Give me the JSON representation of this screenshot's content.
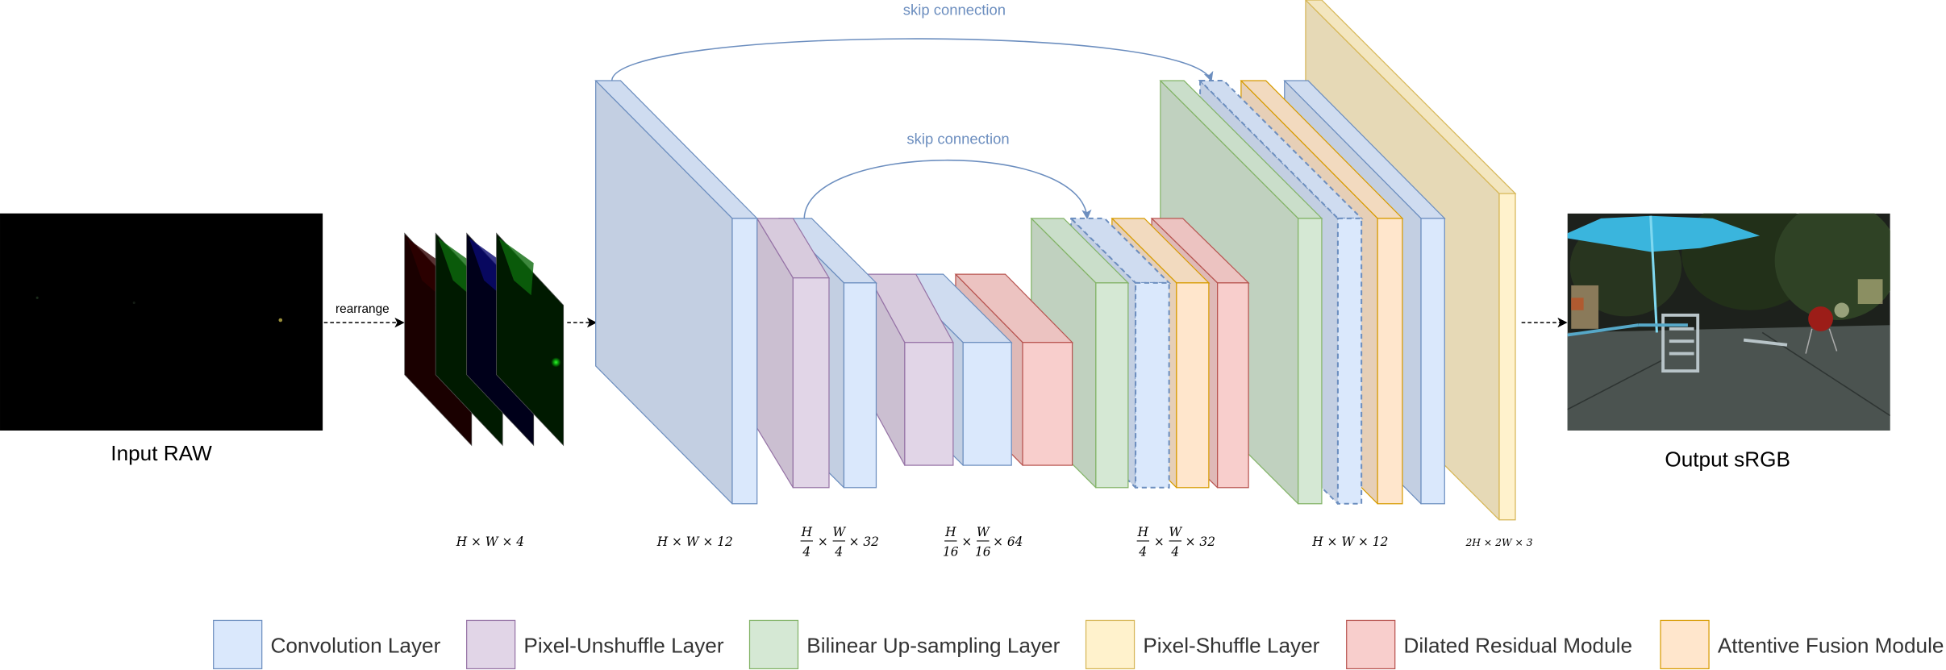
{
  "input": {
    "label": "Input RAW"
  },
  "rearrange_label": "rearrange",
  "output": {
    "label": "Output sRGB"
  },
  "skip_connections": [
    {
      "label": "skip connection"
    },
    {
      "label": "skip connection"
    }
  ],
  "layer_types": {
    "conv": {
      "fill": "#dae8fc",
      "side": "#c3cfe2",
      "top": "#cfdcf0",
      "stroke": "#6c8ebf"
    },
    "unshuffle": {
      "fill": "#e1d5e7",
      "side": "#cbbfd1",
      "top": "#d8cbdd",
      "stroke": "#9673a6"
    },
    "upsample": {
      "fill": "#d5e8d4",
      "side": "#c0d1bf",
      "top": "#cadeca",
      "stroke": "#82b366"
    },
    "shuffle": {
      "fill": "#fff2cc",
      "side": "#e6d9b6",
      "top": "#f3e6bf",
      "stroke": "#d6b656"
    },
    "dilated": {
      "fill": "#f8cecc",
      "side": "#dfb9b7",
      "top": "#ecc3c1",
      "stroke": "#b85450"
    },
    "attentive": {
      "fill": "#ffe6cc",
      "side": "#e6cfb7",
      "top": "#f2dabf",
      "stroke": "#d79b00"
    }
  },
  "network": {
    "layers": [
      {
        "type": "conv"
      },
      {
        "type": "unshuffle"
      },
      {
        "type": "conv"
      },
      {
        "type": "unshuffle"
      },
      {
        "type": "conv"
      },
      {
        "type": "dilated"
      },
      {
        "type": "upsample"
      },
      {
        "type": "conv",
        "dashed": true
      },
      {
        "type": "attentive"
      },
      {
        "type": "dilated"
      },
      {
        "type": "upsample"
      },
      {
        "type": "conv",
        "dashed": true
      },
      {
        "type": "attentive"
      },
      {
        "type": "conv"
      },
      {
        "type": "shuffle"
      }
    ]
  },
  "dimensions": [
    {
      "text": "H × W × 4"
    },
    {
      "text": "H × W × 12"
    },
    {
      "fraction": true,
      "n1": "H",
      "d1": "4",
      "n2": "W",
      "d2": "4",
      "times": "×",
      "suffix": "× 32"
    },
    {
      "fraction": true,
      "n1": "H",
      "d1": "16",
      "n2": "W",
      "d2": "16",
      "times": "×",
      "suffix": "× 64"
    },
    {
      "fraction": true,
      "n1": "H",
      "d1": "4",
      "n2": "W",
      "d2": "4",
      "times": "×",
      "suffix": "× 32"
    },
    {
      "text": "H × W × 12"
    },
    {
      "text": "2H × 2W × 3"
    }
  ],
  "legend": [
    {
      "label": "Convolution Layer",
      "type": "conv"
    },
    {
      "label": "Pixel-Unshuffle Layer",
      "type": "unshuffle"
    },
    {
      "label": "Bilinear Up-sampling Layer",
      "type": "upsample"
    },
    {
      "label": "Pixel-Shuffle Layer",
      "type": "shuffle"
    },
    {
      "label": "Dilated Residual Module",
      "type": "dilated"
    },
    {
      "label": "Attentive Fusion Module",
      "type": "attentive"
    }
  ]
}
